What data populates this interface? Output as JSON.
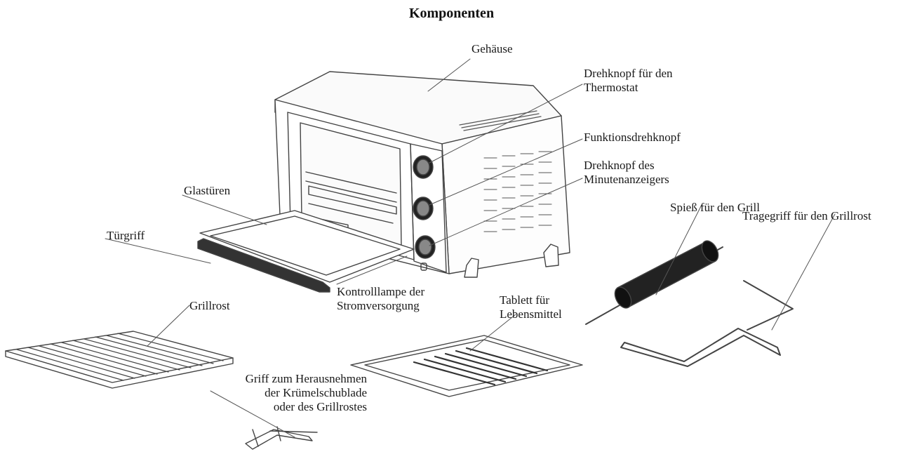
{
  "title": "Komponenten",
  "labels": {
    "gehaeuse": "Gehäuse",
    "thermostat_1": "Drehknopf für den",
    "thermostat_2": "Thermostat",
    "funktion": "Funktionsdrehknopf",
    "minuten_1": "Drehknopf des",
    "minuten_2": "Minutenanzeigers",
    "glastueren": "Glastüren",
    "tuergriff": "Türgriff",
    "spiess": "Spieß für den Grill",
    "tragegriff": "Tragegriff für den Grillrost",
    "kontroll_1": "Kontrolllampe der",
    "kontroll_2": "Stromversorgung",
    "grillrost": "Grillrost",
    "tablett_1": "Tablett für",
    "tablett_2": "Lebensmittel",
    "griff_1": "Griff zum Herausnehmen",
    "griff_2": "der Krümelschublade",
    "griff_3": "oder des Grillrostes"
  }
}
